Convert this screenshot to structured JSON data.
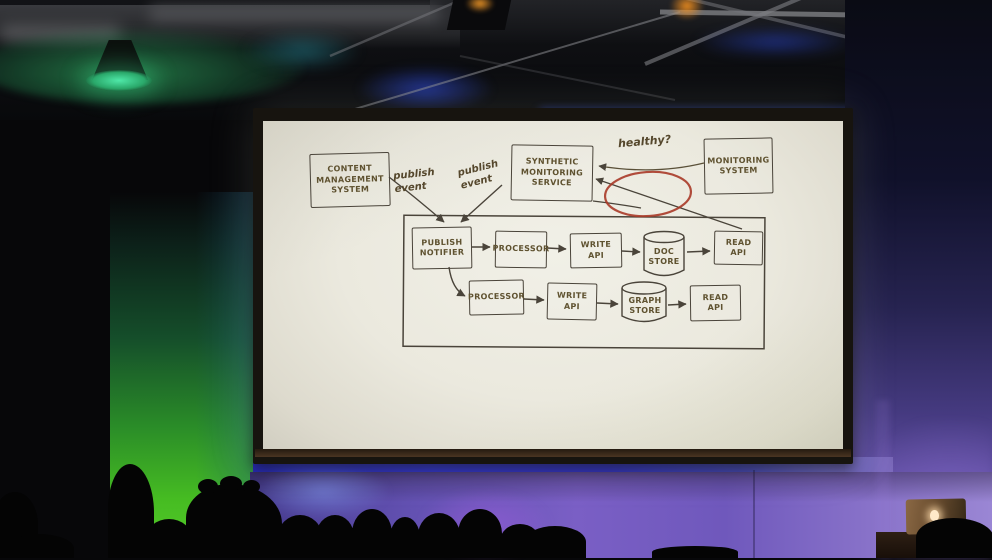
{
  "slide": {
    "nodes": {
      "cms": "CONTENT\nMANAGEMENT\nSYSTEM",
      "synthetic_monitoring_service": "SYNTHETIC\nMONITORING\nSERVICE",
      "monitoring_system": "MONITORING\nSYSTEM",
      "publish_notifier": "PUBLISH\nNOTIFIER",
      "processor_top": "PROCESSOR",
      "write_api_top": "WRITE\nAPI",
      "doc_store": "DOC\nSTORE",
      "read_api_top": "READ\nAPI",
      "processor_bottom": "PROCESSOR",
      "write_api_bottom": "WRITE\nAPI",
      "graph_store": "GRAPH\nSTORE",
      "read_api_bottom": "READ\nAPI"
    },
    "edge_labels": {
      "publish_event_left": "publish\nevent",
      "publish_event_right": "publish\nevent",
      "healthy_check": "healthy?"
    },
    "edges": [
      "content-management-system -> publish-notifier (publish event)",
      "synthetic-monitoring-service -> publish-notifier (publish event)",
      "monitoring-system -> synthetic-monitoring-service (healthy?)",
      "read-api-top -> synthetic-monitoring-service (circled in red)",
      "publish-notifier -> processor-top",
      "processor-top -> write-api-top",
      "write-api-top -> doc-store",
      "doc-store -> read-api-top",
      "publish-notifier -> processor-bottom",
      "processor-bottom -> write-api-bottom",
      "write-api-bottom -> graph-store",
      "graph-store -> read-api-bottom"
    ],
    "ink": {
      "line_color": "#4a443a",
      "text_color": "#5f5230",
      "highlight_ellipse_color": "#a83a28"
    }
  },
  "scene": {
    "lighting_colors": {
      "green_panel": "#46bc22",
      "purple_wall": "#7a5fc5",
      "blue_band": "#2c2fd0",
      "lamp_glow": "#3fe39a",
      "orange_accent": "#ff9420",
      "led_strip": "#3050e8"
    },
    "icons": {
      "apple_logo": "glowing rounded shape (css)"
    }
  }
}
